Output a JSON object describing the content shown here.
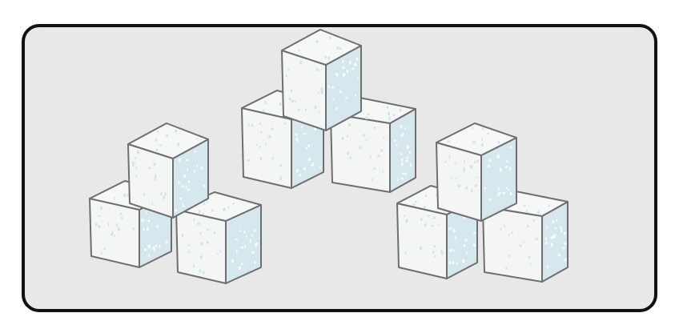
{
  "scene": {
    "frame_fill": "#e8e8e8",
    "frame_stroke": "#111111",
    "cube_top_fill": "#f6f8f8",
    "cube_left_fill": "#f4f6f6",
    "cube_right_fill": "#d6e7ee",
    "cube_stroke": "#6f6f6f",
    "speckle_light": "#cfe4ea",
    "speckle_white": "#ffffff",
    "groups": [
      {
        "name": "left-cube-pyramid",
        "cube_count": 3
      },
      {
        "name": "center-cube-pyramid",
        "cube_count": 3
      },
      {
        "name": "right-cube-pyramid",
        "cube_count": 3
      }
    ]
  }
}
